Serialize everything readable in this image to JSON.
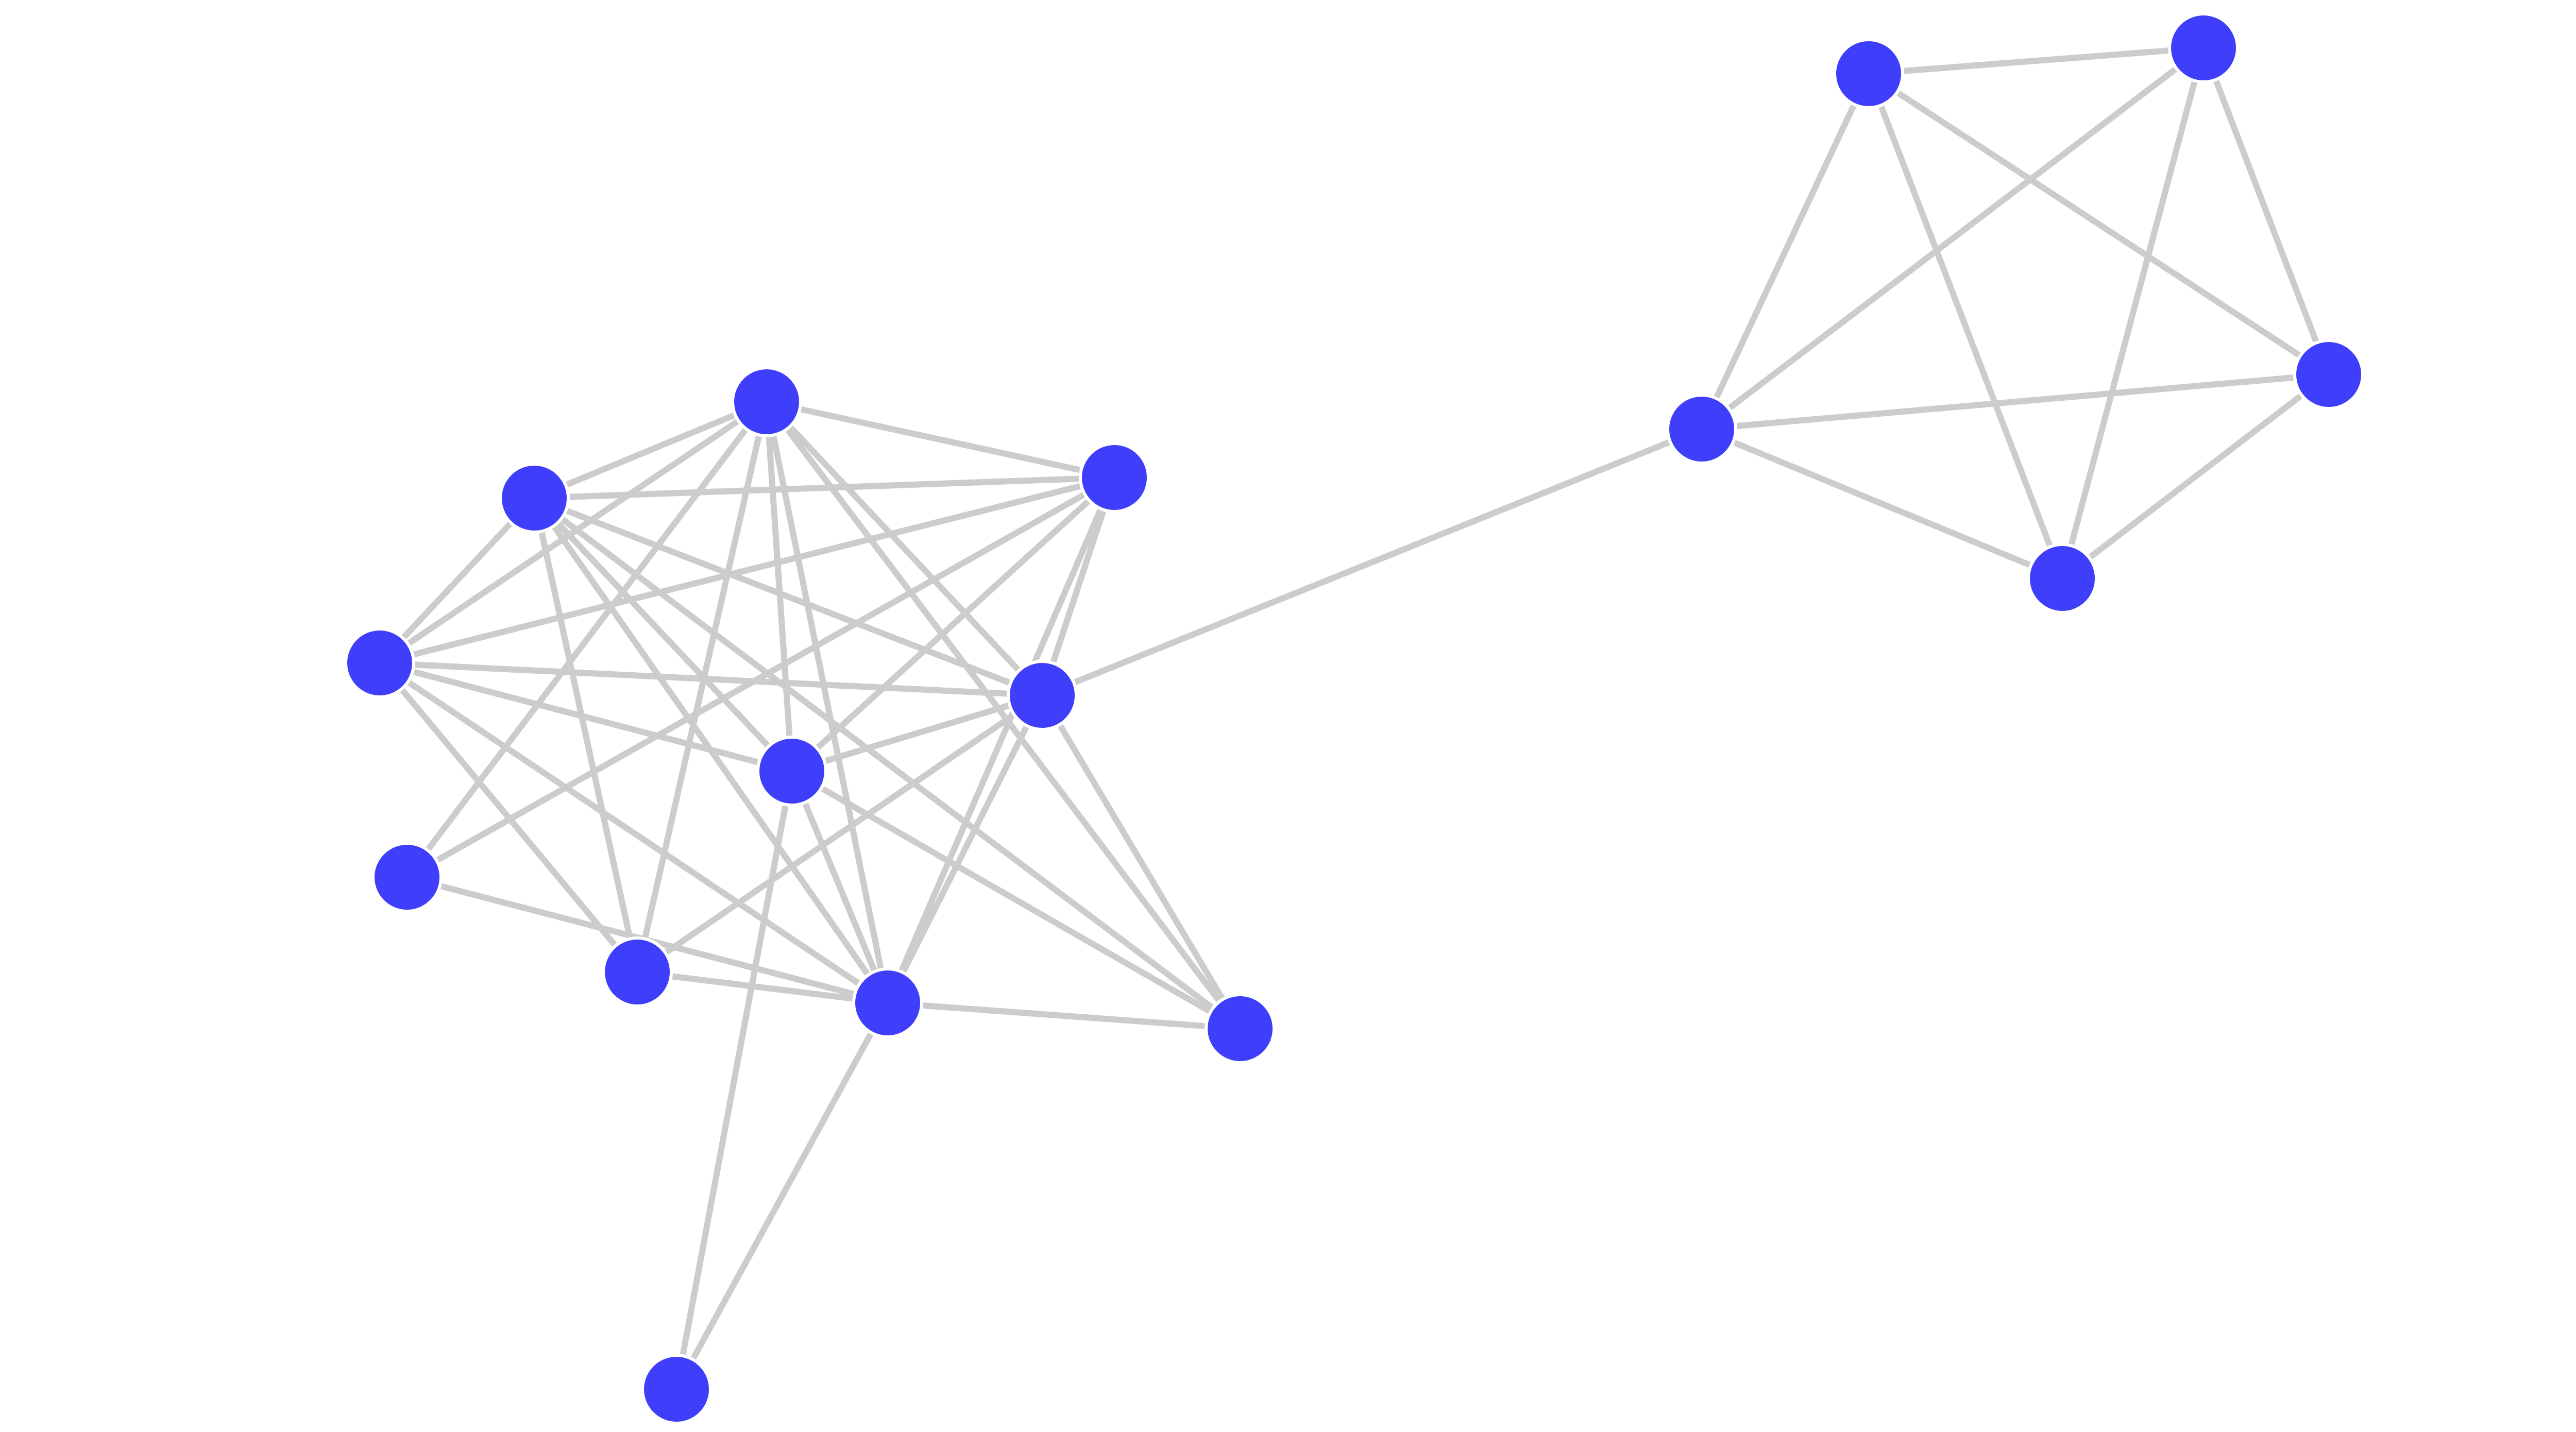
{
  "graph": {
    "node_color": "#3f3ffb",
    "edge_color": "#cccccc",
    "background": "#ffffff",
    "nodes": [
      {
        "id": "n0"
      },
      {
        "id": "n1"
      },
      {
        "id": "n2"
      },
      {
        "id": "n3"
      },
      {
        "id": "n4"
      },
      {
        "id": "n5"
      },
      {
        "id": "n6"
      },
      {
        "id": "n7"
      },
      {
        "id": "n8"
      },
      {
        "id": "n9"
      },
      {
        "id": "n10"
      },
      {
        "id": "n11"
      },
      {
        "id": "n12"
      },
      {
        "id": "n13"
      },
      {
        "id": "n14"
      },
      {
        "id": "n15"
      }
    ],
    "edges": [
      [
        "n0",
        "n1"
      ],
      [
        "n0",
        "n2"
      ],
      [
        "n0",
        "n3"
      ],
      [
        "n0",
        "n4"
      ],
      [
        "n0",
        "n5"
      ],
      [
        "n0",
        "n6"
      ],
      [
        "n0",
        "n7"
      ],
      [
        "n0",
        "n8"
      ],
      [
        "n0",
        "n9"
      ],
      [
        "n1",
        "n2"
      ],
      [
        "n1",
        "n3"
      ],
      [
        "n1",
        "n4"
      ],
      [
        "n1",
        "n5"
      ],
      [
        "n1",
        "n6"
      ],
      [
        "n1",
        "n7"
      ],
      [
        "n1",
        "n8"
      ],
      [
        "n2",
        "n3"
      ],
      [
        "n2",
        "n4"
      ],
      [
        "n2",
        "n5"
      ],
      [
        "n2",
        "n6"
      ],
      [
        "n2",
        "n7"
      ],
      [
        "n3",
        "n4"
      ],
      [
        "n3",
        "n5"
      ],
      [
        "n3",
        "n6"
      ],
      [
        "n3",
        "n8"
      ],
      [
        "n4",
        "n5"
      ],
      [
        "n4",
        "n6"
      ],
      [
        "n4",
        "n7"
      ],
      [
        "n4",
        "n8"
      ],
      [
        "n4",
        "n10"
      ],
      [
        "n5",
        "n6"
      ],
      [
        "n5",
        "n9"
      ],
      [
        "n6",
        "n7"
      ],
      [
        "n6",
        "n8"
      ],
      [
        "n6",
        "n9"
      ],
      [
        "n10",
        "n11"
      ],
      [
        "n10",
        "n12"
      ],
      [
        "n10",
        "n13"
      ],
      [
        "n10",
        "n14"
      ],
      [
        "n11",
        "n12"
      ],
      [
        "n11",
        "n13"
      ],
      [
        "n11",
        "n14"
      ],
      [
        "n12",
        "n13"
      ],
      [
        "n12",
        "n14"
      ],
      [
        "n13",
        "n14"
      ],
      [
        "n2",
        "n15"
      ],
      [
        "n6",
        "n15"
      ]
    ]
  }
}
